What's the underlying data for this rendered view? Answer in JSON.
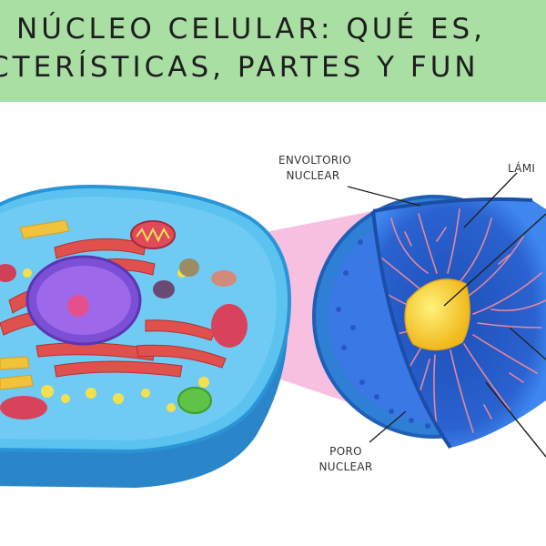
{
  "header": {
    "title_line1": "NÚCLEO CELULAR: QUÉ ES,",
    "title_line2": "CTERÍSTICAS, PARTES Y FUN"
  },
  "labels": {
    "envoltorio": [
      "ENVOLTORIO",
      "NUCLEAR"
    ],
    "lamina": "LÁMI",
    "poro": [
      "PORO",
      "NUCLEAR"
    ]
  },
  "colors": {
    "banner": "#a9dfa3",
    "membrane": "#2f7fd6",
    "nucleus_blue": "#3a78e6",
    "nucleolus": "#f2cf2e",
    "chromatin": "#e8879a",
    "projection": "#f4a9d6"
  }
}
